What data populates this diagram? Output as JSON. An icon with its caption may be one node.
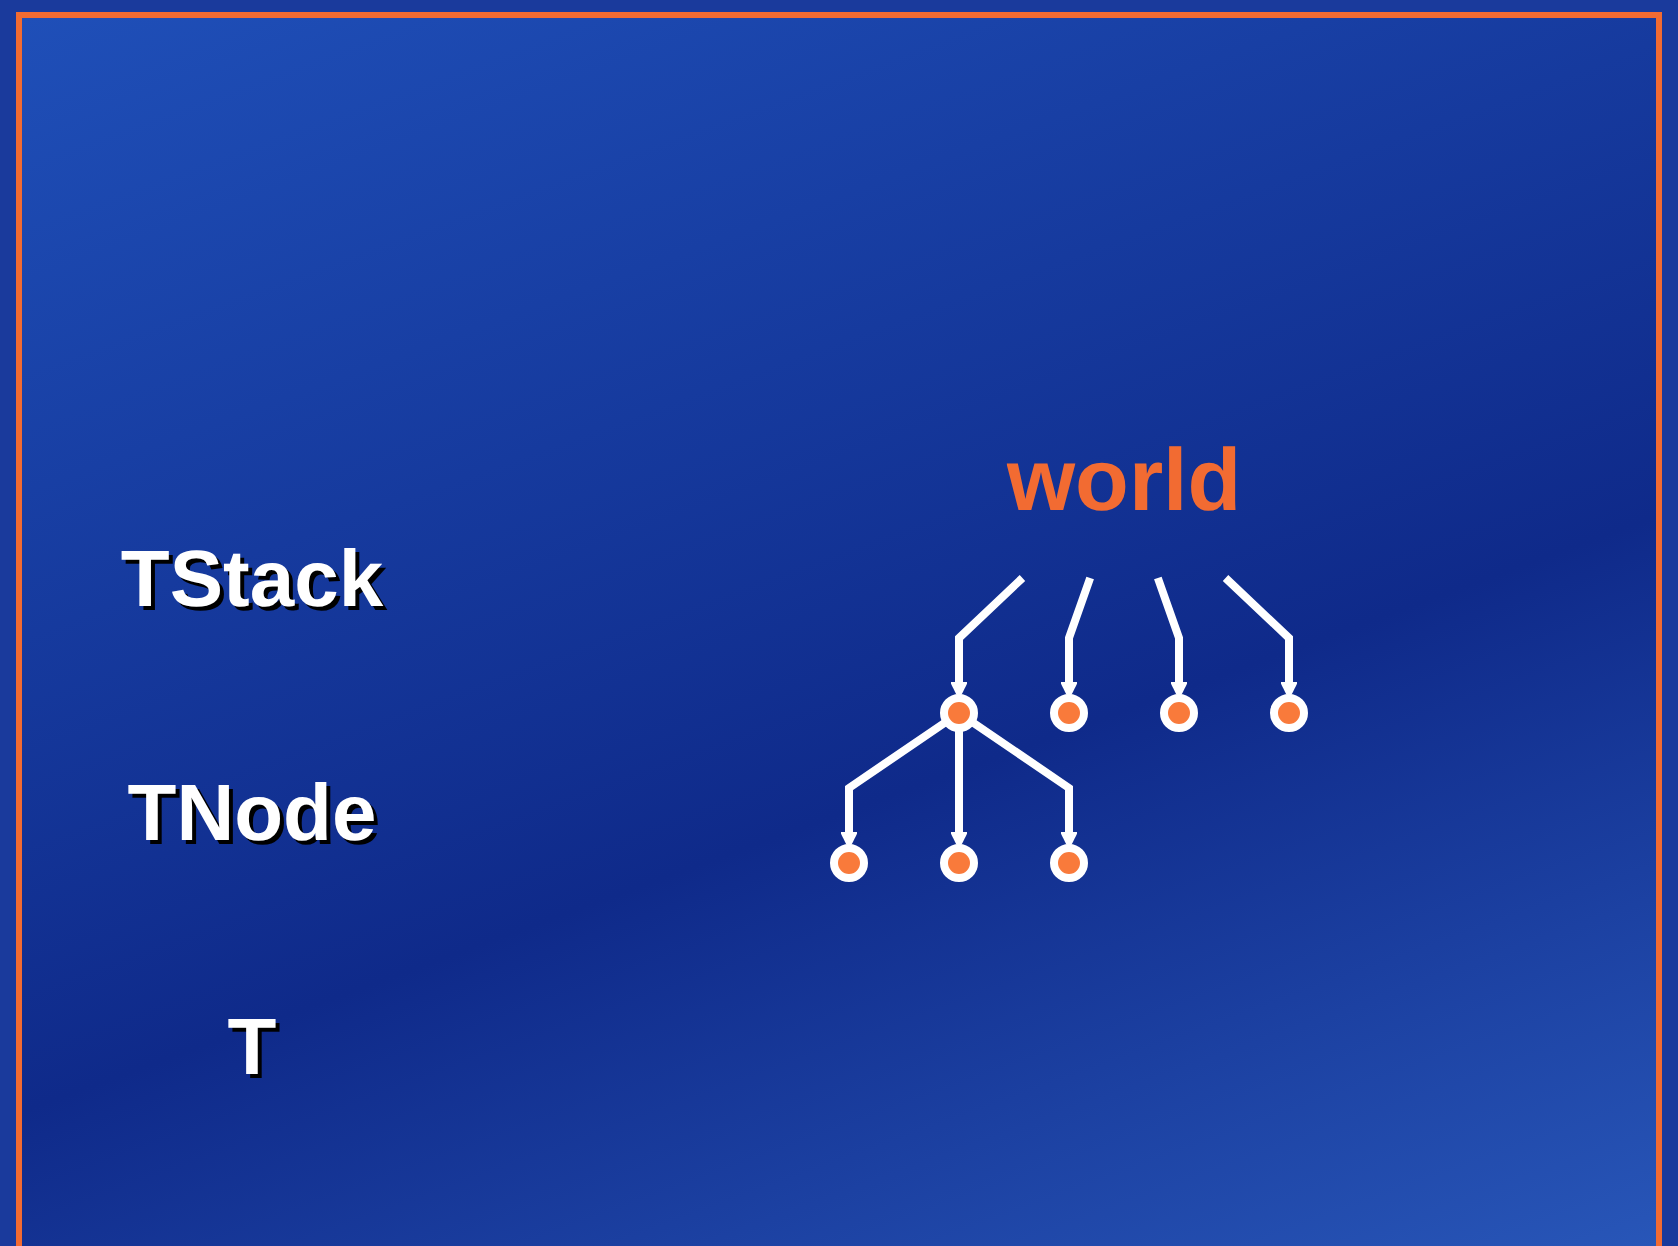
{
  "diagram": {
    "nodes": [
      {
        "text": [
          "world"
        ]
      },
      {
        "text": [],
        "shape": "ellipse"
      },
      {
        "text": [],
        "shape": "ellipse"
      },
      {
        "text": [],
        "shape": "ellipse"
      },
      {
        "text": [],
        "shape": "ellipse"
      },
      {
        "text": [],
        "shape": "ellipse"
      },
      {
        "text": [],
        "shape": "ellipse"
      },
      {
        "text": [],
        "shape": "ellipse"
      }
    ],
    "edges": [
      {
        "from": 0,
        "to": 1,
        "arrow": "to"
      },
      {
        "from": 0,
        "to": 5,
        "arrow": "to"
      },
      {
        "from": 0,
        "to": 6,
        "arrow": "to"
      },
      {
        "from": 0,
        "to": 7,
        "arrow": "to"
      },
      {
        "from": 1,
        "to": 2,
        "arrow": "to"
      },
      {
        "from": 1,
        "to": 3,
        "arrow": "to"
      },
      {
        "from": 1,
        "to": 4,
        "arrow": "to"
      }
    ],
    "labels": [
      "TStack",
      "TNode",
      "T"
    ]
  }
}
